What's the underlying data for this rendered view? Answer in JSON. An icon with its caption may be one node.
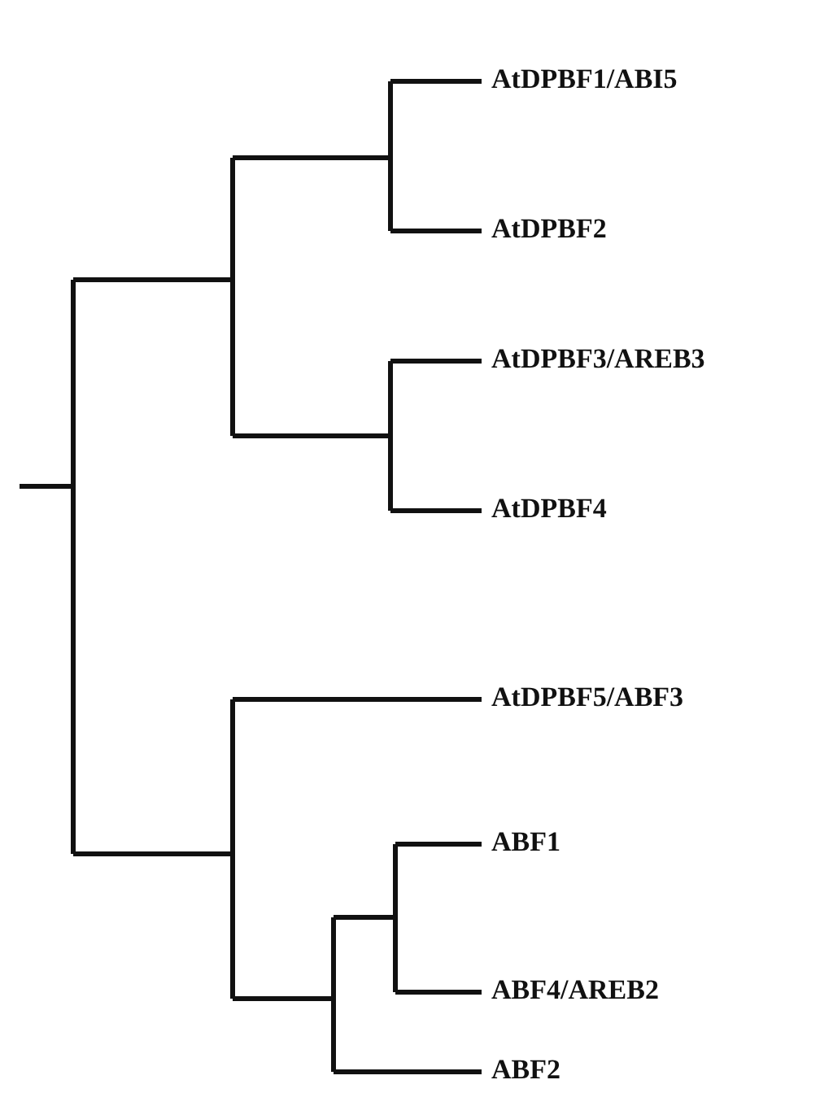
{
  "diagram": {
    "labels": [
      "AtDPBF1/ABI5",
      "AtDPBF2",
      "AtDPBF3/AREB3",
      "AtDPBF4",
      "AtDPBF5/ABF3",
      "ABF1",
      "ABF4/AREB2",
      "ABF2"
    ]
  }
}
